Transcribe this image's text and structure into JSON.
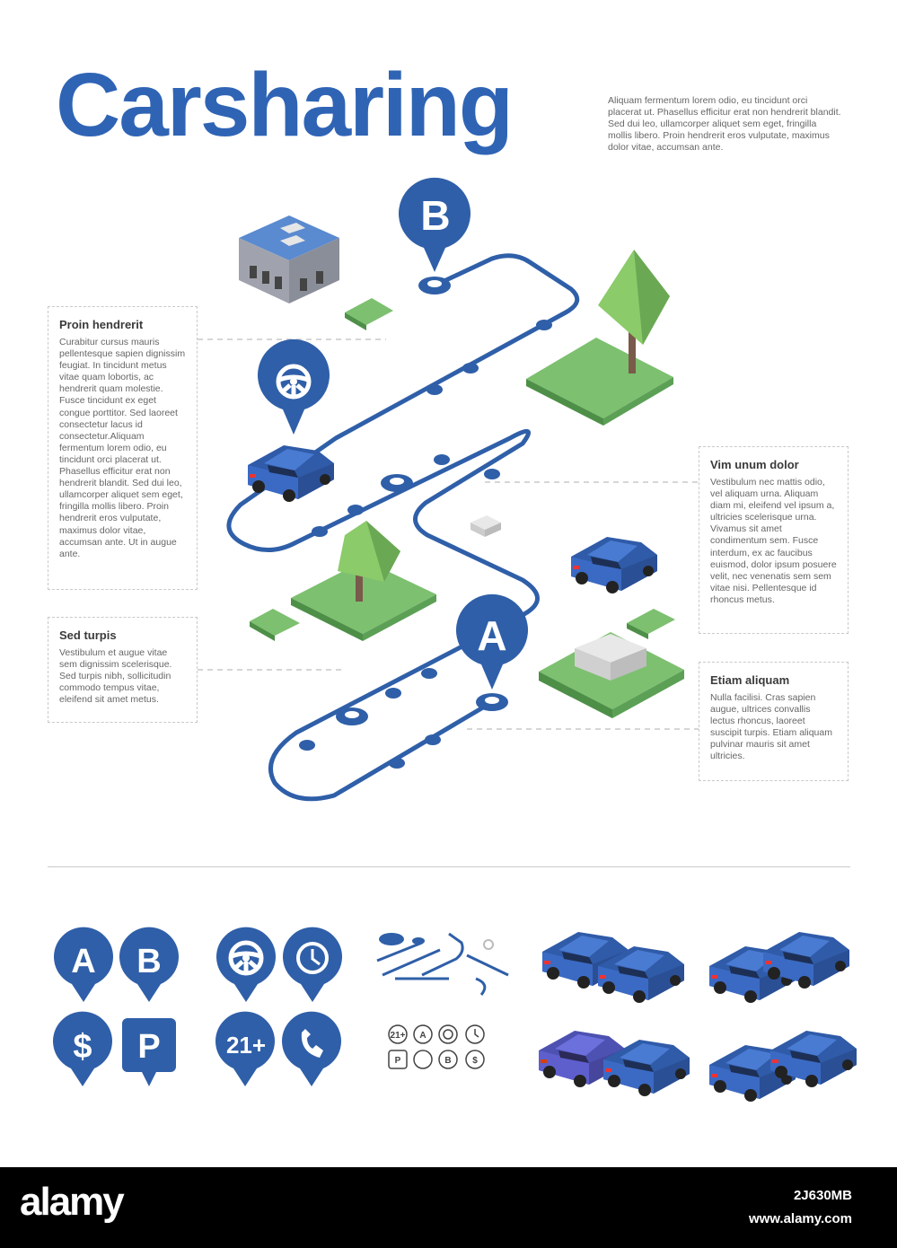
{
  "header": {
    "title": "Carsharing",
    "intro": "Aliquam fermentum lorem odio, eu tincidunt orci placerat ut. Phasellus efficitur erat non hendrerit blandit. Sed dui leo, ullamcorper aliquet sem eget, fringilla mollis libero. Proin hendrerit eros vulputate, maximus dolor vitae, accumsan ante."
  },
  "boxes": {
    "proin": {
      "title": "Proin hendrerit",
      "body": "Curabitur cursus mauris pellentesque sapien dignissim feugiat. In tincidunt metus vitae quam lobortis, ac hendrerit quam molestie. Fusce tincidunt ex eget congue porttitor. Sed laoreet consectetur lacus id consectetur.Aliquam fermentum lorem odio, eu tincidunt orci placerat ut. Phasellus efficitur erat non hendrerit blandit. Sed dui leo, ullamcorper aliquet sem eget, fringilla mollis libero. Proin hendrerit eros vulputate, maximus dolor vitae, accumsan ante. Ut in augue ante."
    },
    "sed": {
      "title": "Sed turpis",
      "body": "Vestibulum et augue vitae sem dignissim scelerisque. Sed turpis nibh, sollicitudin commodo tempus vitae, eleifend sit amet metus."
    },
    "vim": {
      "title": "Vim unum dolor",
      "body": "Vestibulum nec mattis odio, vel aliquam urna. Aliquam diam mi, eleifend vel ipsum a, ultricies scelerisque urna. Vivamus sit amet condimentum sem. Fusce interdum, ex ac faucibus euismod, dolor ipsum posuere velit, nec venenatis sem sem vitae nisi. Pellentesque id rhoncus metus."
    },
    "etiam": {
      "title": "Etiam aliquam",
      "body": "Nulla facilisi. Cras sapien augue, ultrices convallis lectus rhoncus, laoreet suscipit turpis. Etiam aliquam pulvinar mauris sit amet ultricies."
    }
  },
  "map_pins": {
    "a": "A",
    "b": "B"
  },
  "icon_set": {
    "pins": [
      "A",
      "B",
      "$",
      "P",
      "21+"
    ],
    "small": [
      "21+",
      "A",
      "B",
      "$",
      "P"
    ]
  },
  "footer": {
    "brand": "alamy",
    "image_id": "2J630MB",
    "site": "www.alamy.com"
  },
  "colors": {
    "brand_blue": "#2f64b5",
    "route_blue": "#2f5fa8",
    "grass": "#7dc070",
    "car_blue": "#3b64b8",
    "car_purple": "#5a4fa8"
  },
  "icons": [
    "steering-wheel-icon",
    "clock-icon",
    "phone-icon",
    "building-icon",
    "tree-icon",
    "car-icon",
    "garage-icon",
    "road-pieces-icon"
  ]
}
